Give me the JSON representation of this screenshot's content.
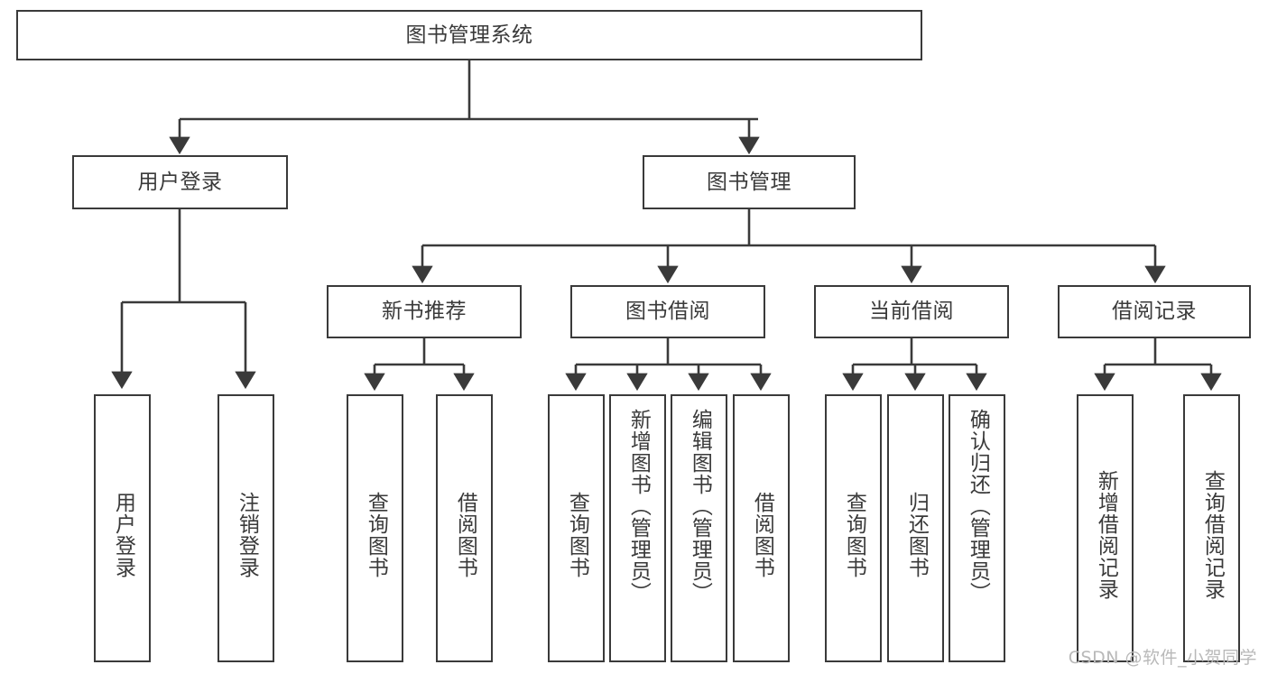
{
  "diagram": {
    "type": "tree",
    "title": "图书管理系统",
    "watermark": "CSDN @软件_小贺同学",
    "colors": {
      "stroke": "#3a3a3a",
      "fill": "#ffffff",
      "watermark": "#b9b9b9"
    },
    "nodes": {
      "root": {
        "label": "图书管理系统"
      },
      "level2": [
        {
          "id": "user-login",
          "label": "用户登录"
        },
        {
          "id": "book-manage",
          "label": "图书管理"
        }
      ],
      "level3": [
        {
          "id": "new-book-recommend",
          "label": "新书推荐"
        },
        {
          "id": "book-borrow",
          "label": "图书借阅"
        },
        {
          "id": "current-borrow",
          "label": "当前借阅"
        },
        {
          "id": "borrow-record",
          "label": "借阅记录"
        }
      ],
      "leaves": {
        "user-login": [
          {
            "id": "leaf-user-login",
            "label": "用户登录"
          },
          {
            "id": "leaf-user-logout",
            "label": "注销登录"
          }
        ],
        "new-book-recommend": [
          {
            "id": "leaf-query-book-1",
            "label": "查询图书"
          },
          {
            "id": "leaf-borrow-book-1",
            "label": "借阅图书"
          }
        ],
        "book-borrow": [
          {
            "id": "leaf-query-book-2",
            "label": "查询图书"
          },
          {
            "id": "leaf-add-book",
            "label": "新增图书（管理员）"
          },
          {
            "id": "leaf-edit-book",
            "label": "编辑图书（管理员）"
          },
          {
            "id": "leaf-borrow-book-2",
            "label": "借阅图书"
          }
        ],
        "current-borrow": [
          {
            "id": "leaf-query-book-3",
            "label": "查询图书"
          },
          {
            "id": "leaf-return-book",
            "label": "归还图书"
          },
          {
            "id": "leaf-confirm-return",
            "label": "确认归还（管理员）"
          }
        ],
        "borrow-record": [
          {
            "id": "leaf-add-record",
            "label": "新增借阅记录"
          },
          {
            "id": "leaf-query-record",
            "label": "查询借阅记录"
          }
        ]
      }
    }
  }
}
